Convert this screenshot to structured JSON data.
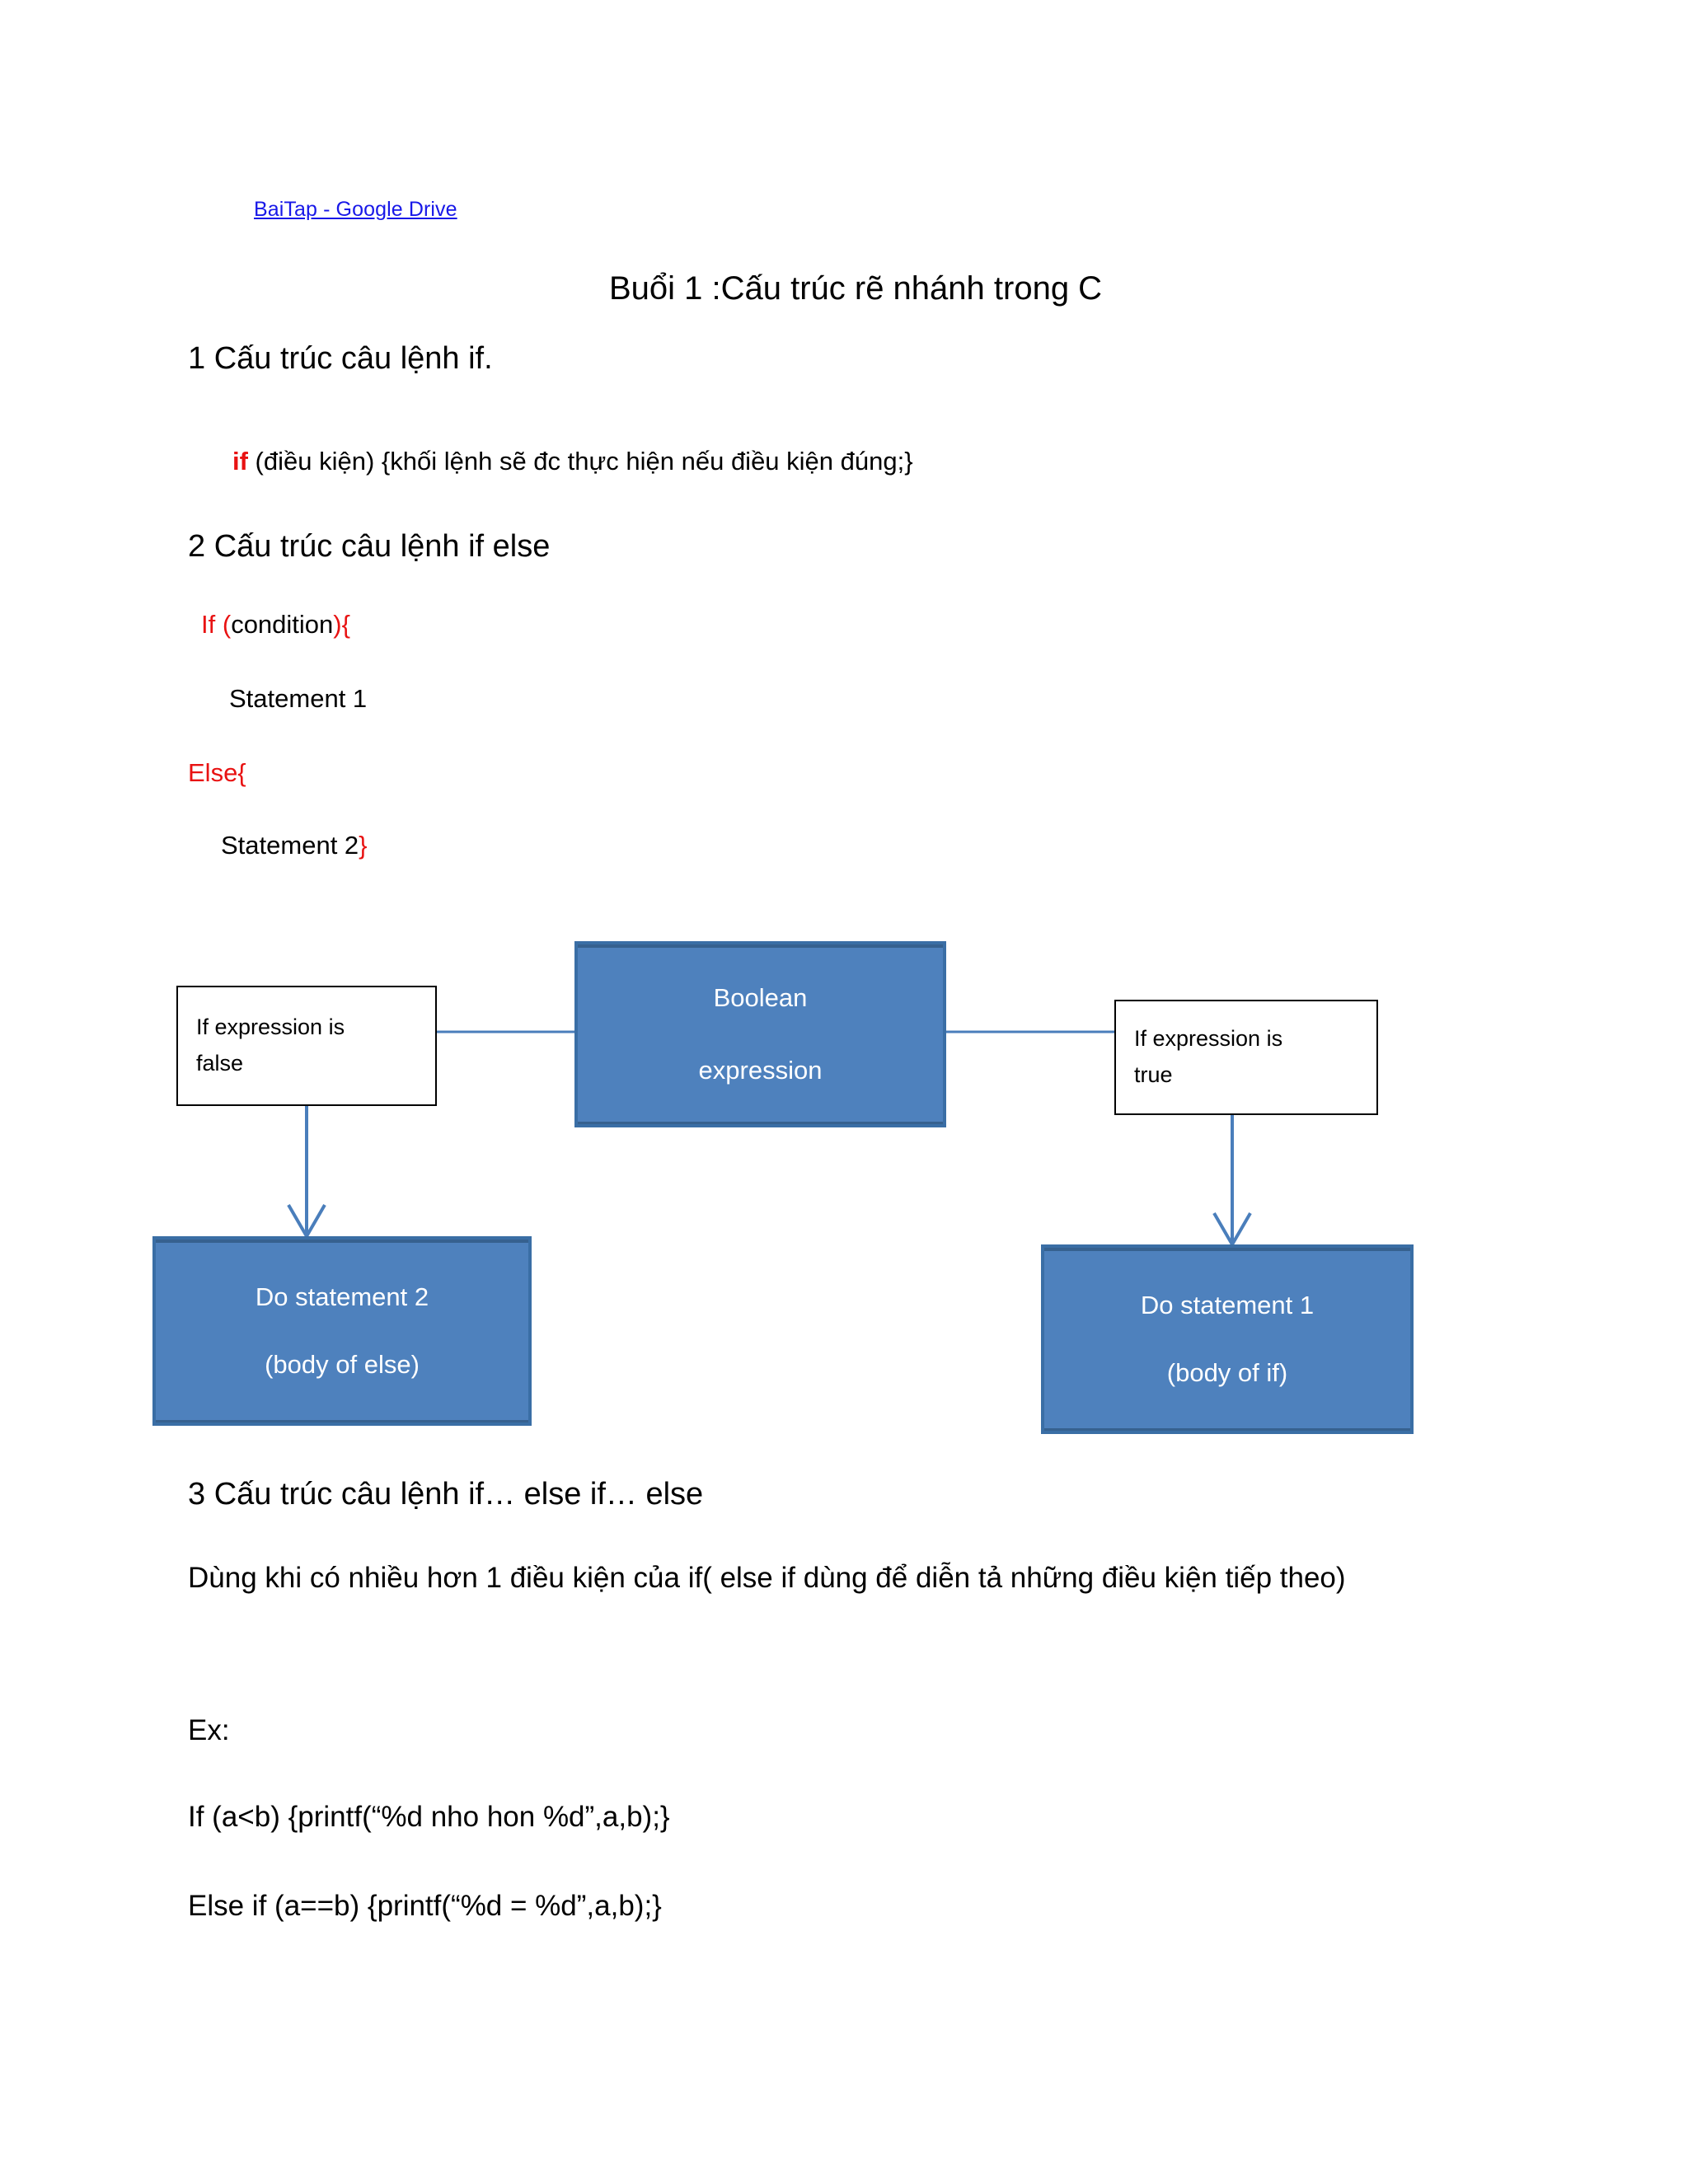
{
  "header": {
    "link_text": "BaiTap - Google Drive"
  },
  "title": "Buổi 1 :Cấu trúc rẽ nhánh trong C",
  "sections": {
    "s1_heading": "1 Cấu trúc câu lệnh if.",
    "s1_code_keyword": "if",
    "s1_code_rest": " (điều kiện) {khối lệnh sẽ đc thực hiện nếu điều kiện đúng;}",
    "s2_heading": "2 Cấu trúc câu lệnh if else",
    "s2_code": {
      "if_keyword": "If",
      "open_paren": "(",
      "condition": "condition",
      "close_paren": ")",
      "open_brace": "{",
      "statement1": "Statement 1",
      "else_keyword": "Else{",
      "statement2": "Statement 2",
      "close_brace": "}"
    },
    "s3_heading": "3 Cấu trúc câu lệnh if… else if… else",
    "s3_para": "Dùng khi có nhiều hơn 1 điều kiện của if( else if dùng để diễn tả những điều kiện tiếp theo)",
    "s3_ex_label": "Ex:",
    "s3_ex_line1": "If (a<b) {printf(“%d nho hon %d”,a,b);}",
    "s3_ex_line2": "Else if (a==b) {printf(“%d = %d”,a,b);}"
  },
  "diagram": {
    "boolean_node": {
      "line1": "Boolean",
      "line2": "expression"
    },
    "false_node": {
      "line1": "If expression is",
      "line2": "false"
    },
    "true_node": {
      "line1": "If expression is",
      "line2": "true"
    },
    "do_statement2_node": {
      "line1": "Do statement 2",
      "line2": "(body of else)"
    },
    "do_statement1_node": {
      "line1": "Do statement 1",
      "line2": "(body of if)"
    },
    "colors": {
      "box_fill": "#4e81bd",
      "box_border": "#3a6ea5",
      "connector": "#4a7ebb",
      "white_box_border": "#000000"
    }
  }
}
